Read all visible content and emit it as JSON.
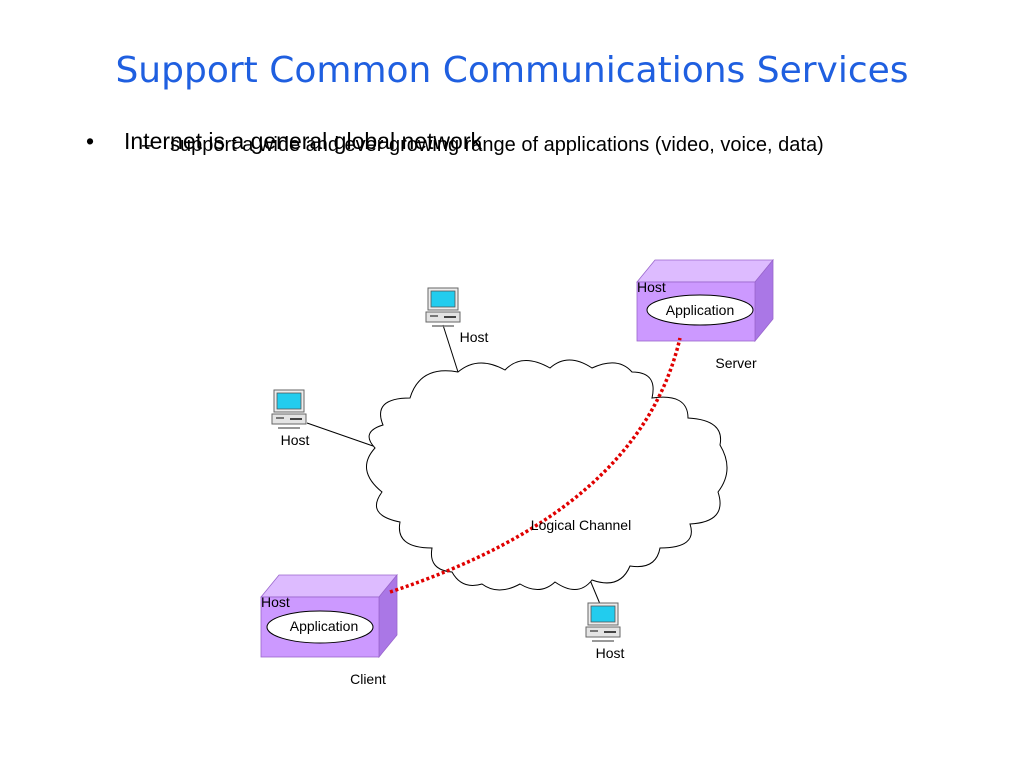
{
  "title": "Support Common Communications Services",
  "bullets": [
    {
      "marker": "•",
      "text": "Internet is a general global network",
      "sub": [
        {
          "marker": "–",
          "text": "support a wide and ever growing range of applications (video, voice, data)"
        }
      ]
    }
  ],
  "diagram": {
    "hosts": [
      "Host",
      "Host",
      "Host"
    ],
    "server": {
      "host_label": "Host",
      "app_label": "Application",
      "role_label": "Server"
    },
    "client": {
      "host_label": "Host",
      "app_label": "Application",
      "role_label": "Client"
    },
    "channel_label": "Logical Channel",
    "colors": {
      "box": "#cc99ff",
      "box_side": "#aa77e6",
      "box_top": "#ddbbff",
      "channel": "#e00000",
      "screen": "#22ccee",
      "title": "#1f5fe0"
    }
  }
}
